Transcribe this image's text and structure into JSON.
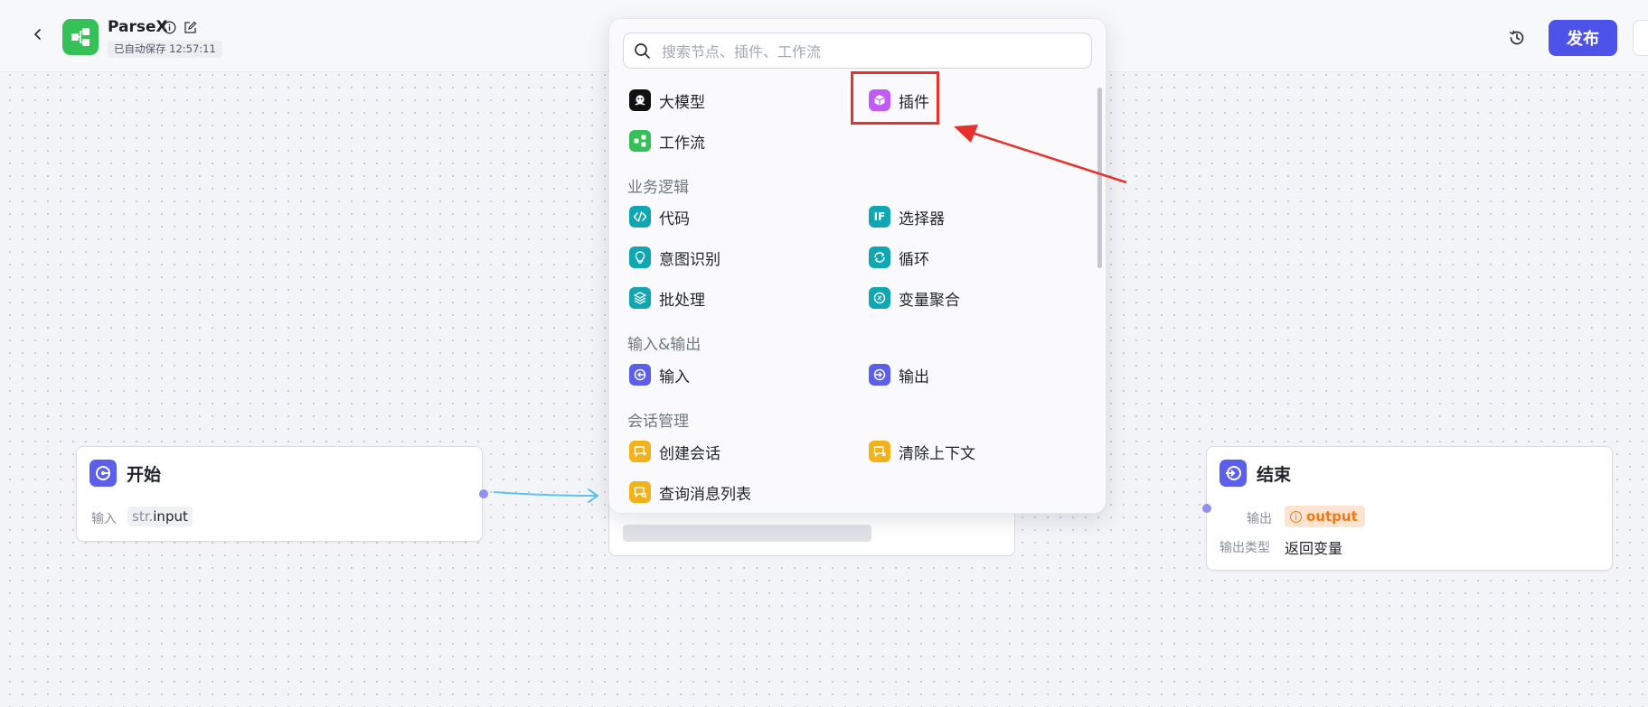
{
  "header": {
    "app_title": "ParseX",
    "autosave_text": "已自动保存 12:57:11",
    "publish_label": "发布"
  },
  "nodes": {
    "start": {
      "title": "开始",
      "input_label": "输入",
      "param_type": "str.",
      "param_name": "input"
    },
    "end": {
      "title": "结束",
      "output_label": "输出",
      "output_tag": "output",
      "output_type_label": "输出类型",
      "output_type_value": "返回变量"
    }
  },
  "node_picker": {
    "search_placeholder": "搜索节点、插件、工作流",
    "top_items": [
      {
        "label": "大模型",
        "icon": "llm-icon",
        "color": "#111111"
      },
      {
        "label": "插件",
        "icon": "plugin-icon",
        "color": "#c05cf5"
      },
      {
        "label": "工作流",
        "icon": "workflow-icon",
        "color": "#36c058"
      }
    ],
    "sections": [
      {
        "title": "业务逻辑",
        "items": [
          {
            "label": "代码",
            "icon": "code-icon",
            "color": "#10a7b3"
          },
          {
            "label": "选择器",
            "icon": "if-icon",
            "color": "#10a7b3"
          },
          {
            "label": "意图识别",
            "icon": "intent-icon",
            "color": "#10a7b3"
          },
          {
            "label": "循环",
            "icon": "loop-icon",
            "color": "#10a7b3"
          },
          {
            "label": "批处理",
            "icon": "batch-icon",
            "color": "#10a7b3"
          },
          {
            "label": "变量聚合",
            "icon": "variable-merge-icon",
            "color": "#10a7b3"
          }
        ]
      },
      {
        "title": "输入&输出",
        "items": [
          {
            "label": "输入",
            "icon": "input-icon",
            "color": "#5b5fe9"
          },
          {
            "label": "输出",
            "icon": "output-icon",
            "color": "#5b5fe9"
          }
        ]
      },
      {
        "title": "会话管理",
        "items": [
          {
            "label": "创建会话",
            "icon": "create-chat-icon",
            "color": "#f2b21a"
          },
          {
            "label": "清除上下文",
            "icon": "clear-context-icon",
            "color": "#f2b21a"
          },
          {
            "label": "查询消息列表",
            "icon": "query-messages-icon",
            "color": "#f2b21a"
          }
        ]
      }
    ]
  }
}
